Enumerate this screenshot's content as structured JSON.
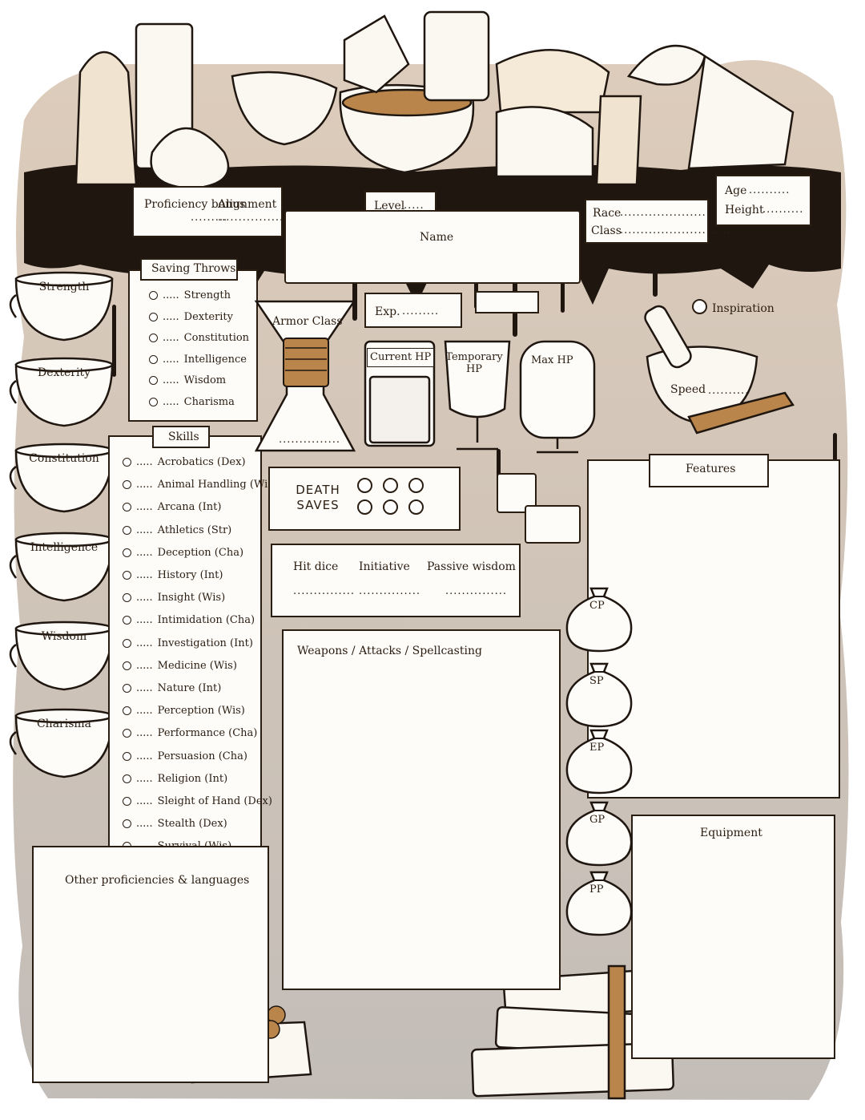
{
  "header": {
    "proficiency_label": "Proficiency bonus",
    "proficiency_dots": ".........",
    "alignment_label": "Alignment",
    "alignment_dots": "..................",
    "level_label": "Level",
    "level_dots": ".....",
    "name_label": "Name",
    "race_label": "Race",
    "race_dots": "............................",
    "class_label": "Class",
    "class_dots": "...........................",
    "age_label": "Age",
    "age_dots": "..........",
    "height_label": "Height",
    "height_dots": ".........."
  },
  "abilities": [
    "Strength",
    "Dexterity",
    "Constitution",
    "Intelligence",
    "Wisdom",
    "Charisma"
  ],
  "saving_throws": {
    "title": "Saving Throws",
    "prefix": ".....",
    "items": [
      "Strength",
      "Dexterity",
      "Constitution",
      "Intelligence",
      "Wisdom",
      "Charisma"
    ]
  },
  "skills": {
    "title": "Skills",
    "prefix": ".....",
    "items": [
      "Acrobatics (Dex)",
      "Animal Handling (Wis)",
      "Arcana (Int)",
      "Athletics (Str)",
      "Deception (Cha)",
      "History (Int)",
      "Insight (Wis)",
      "Intimidation (Cha)",
      "Investigation (Int)",
      "Medicine (Wis)",
      "Nature (Int)",
      "Perception (Wis)",
      "Performance (Cha)",
      "Persuasion (Cha)",
      "Religion (Int)",
      "Sleight of Hand (Dex)",
      "Stealth (Dex)",
      "Survival (Wis)"
    ]
  },
  "combat": {
    "armor_class": "Armor Class",
    "armor_dots": "...............",
    "exp_label": "Exp.",
    "exp_dots": ".........",
    "current_hp": "Current HP",
    "temporary_hp": "Temporary HP",
    "max_hp": "Max HP",
    "inspiration": "Inspiration",
    "speed_label": "Speed",
    "speed_dots": "..........",
    "death_saves": "DEATH SAVES",
    "hit_dice": "Hit dice",
    "initiative": "Initiative",
    "passive_wisdom": "Passive wisdom",
    "stat_dots": "..............."
  },
  "sections": {
    "weapons": "Weapons / Attacks / Spellcasting",
    "features": "Features",
    "equipment": "Equipment",
    "other": "Other proficiencies & languages"
  },
  "coins": [
    "CP",
    "SP",
    "EP",
    "GP",
    "PP"
  ],
  "colors": {
    "ink": "#2a1d12",
    "paper": "#fefcf8",
    "wash": "#c9bfb4",
    "amber": "#b9854b"
  }
}
